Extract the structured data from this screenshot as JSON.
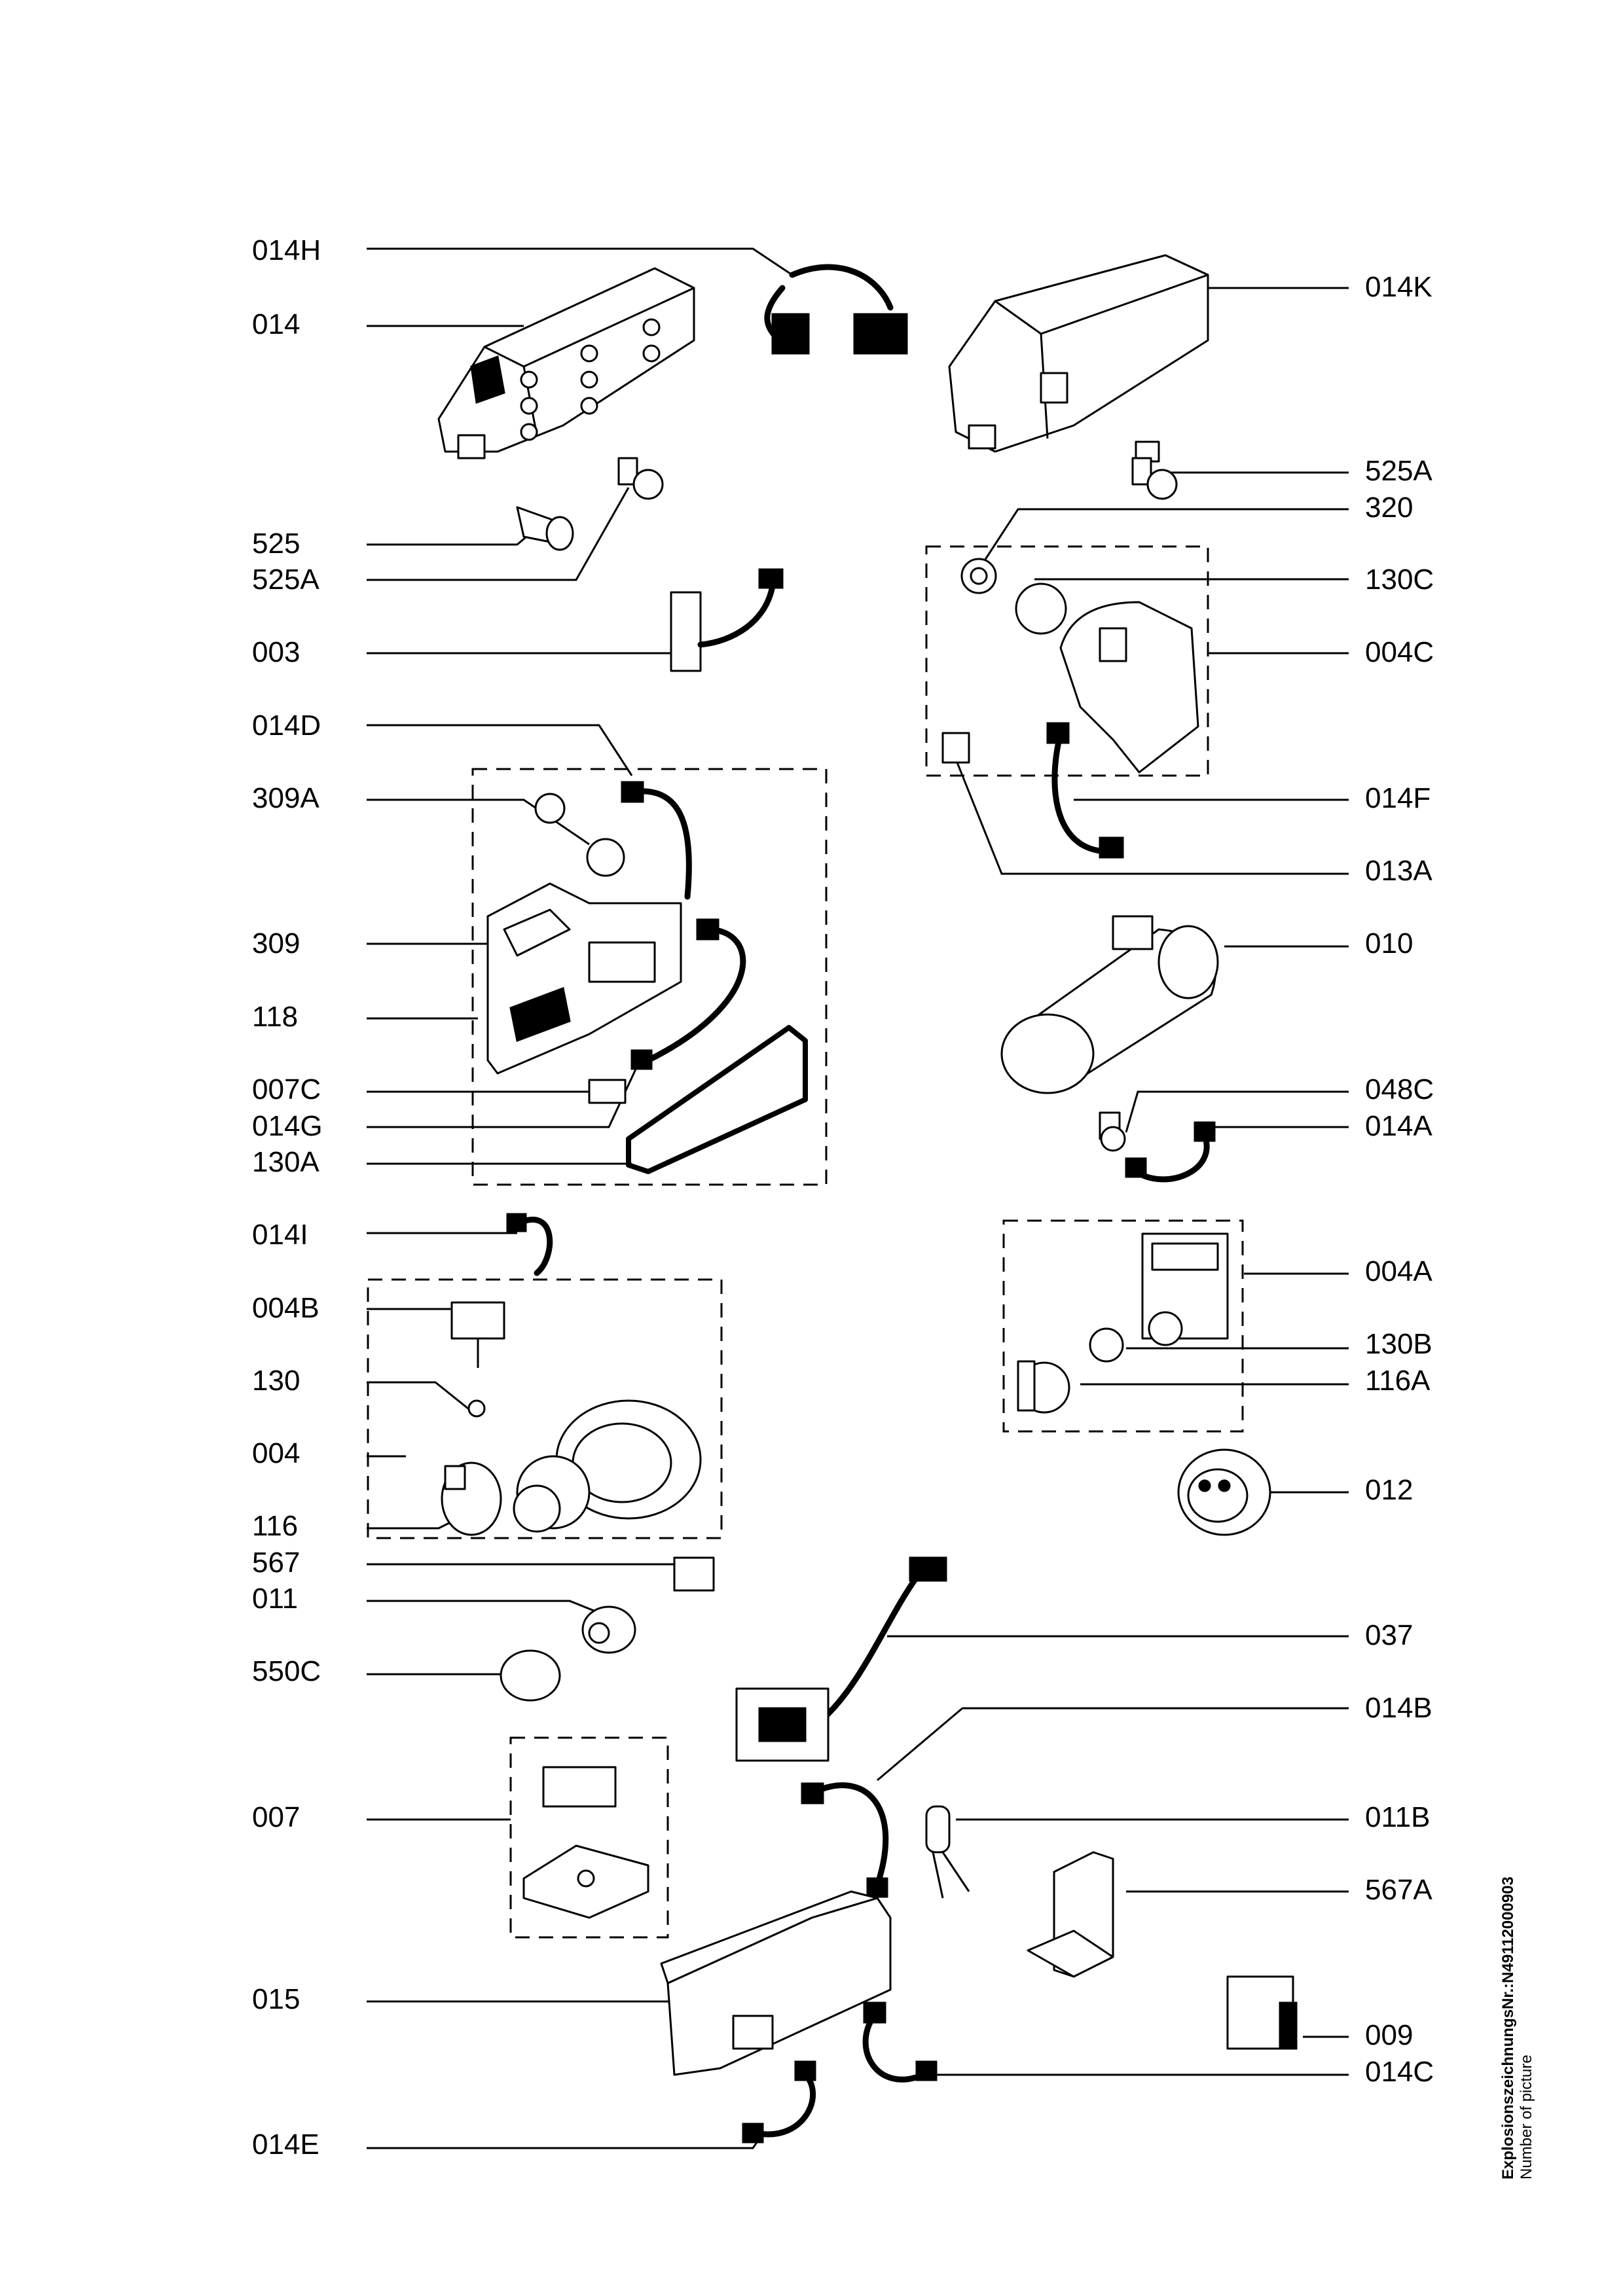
{
  "labels": {
    "p014H": "014H",
    "p014": "014",
    "p525": "525",
    "p525A_left": "525A",
    "p003": "003",
    "p014D": "014D",
    "p309A": "309A",
    "p309": "309",
    "p118": "118",
    "p007C": "007C",
    "p014G": "014G",
    "p130A": "130A",
    "p014I": "014I",
    "p004B": "004B",
    "p130": "130",
    "p004": "004",
    "p116": "116",
    "p567": "567",
    "p011": "011",
    "p550C": "550C",
    "p007": "007",
    "p015": "015",
    "p014E": "014E",
    "p014K": "014K",
    "p525A_right": "525A",
    "p320": "320",
    "p130C": "130C",
    "p004C": "004C",
    "p014F": "014F",
    "p013A": "013A",
    "p010": "010",
    "p048C": "048C",
    "p014A": "014A",
    "p004A": "004A",
    "p130B": "130B",
    "p116A": "116A",
    "p012": "012",
    "p037": "037",
    "p014B": "014B",
    "p011B": "011B",
    "p567A": "567A",
    "p009": "009",
    "p014C": "014C"
  },
  "footer": {
    "drawing_number": "ExplosionszeichnungsNr.:N49112000903",
    "caption": "Number of picture"
  }
}
